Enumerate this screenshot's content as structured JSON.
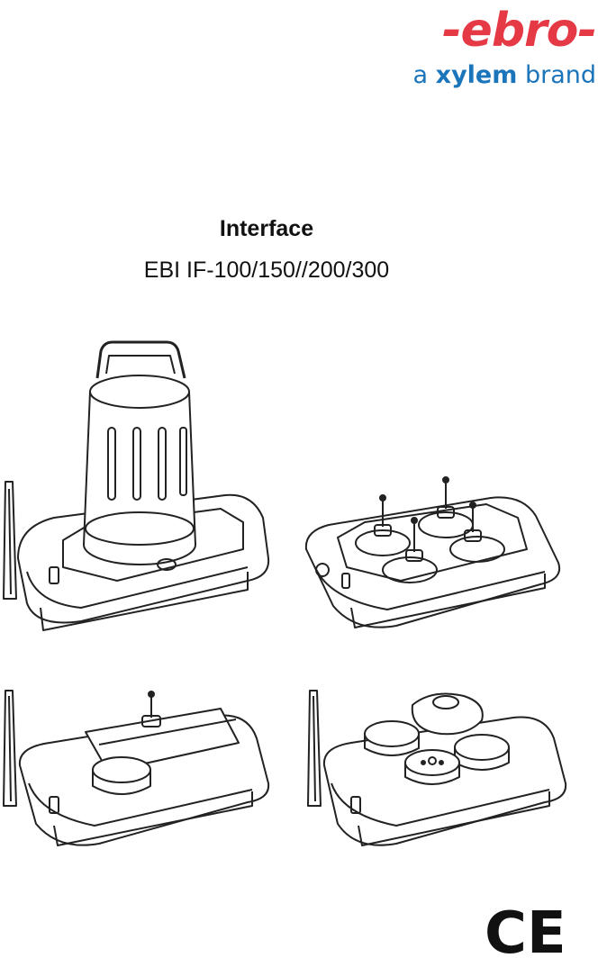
{
  "logo": {
    "brand": "-ebro-",
    "tagline_prefix": "a ",
    "tagline_brand": "xylem",
    "tagline_suffix": " brand"
  },
  "title": "Interface",
  "subtitle": "EBI IF-100/150//200/300",
  "figures": [
    {
      "icon": "interface-with-tall-cylinder-logger"
    },
    {
      "icon": "interface-with-four-probe-loggers"
    },
    {
      "icon": "interface-with-single-probe-logger"
    },
    {
      "icon": "interface-with-three-puck-loggers"
    }
  ],
  "ce_mark": "CE",
  "colors": {
    "logo_red": "#e63946",
    "logo_blue": "#1b75bb",
    "line": "#222222"
  }
}
